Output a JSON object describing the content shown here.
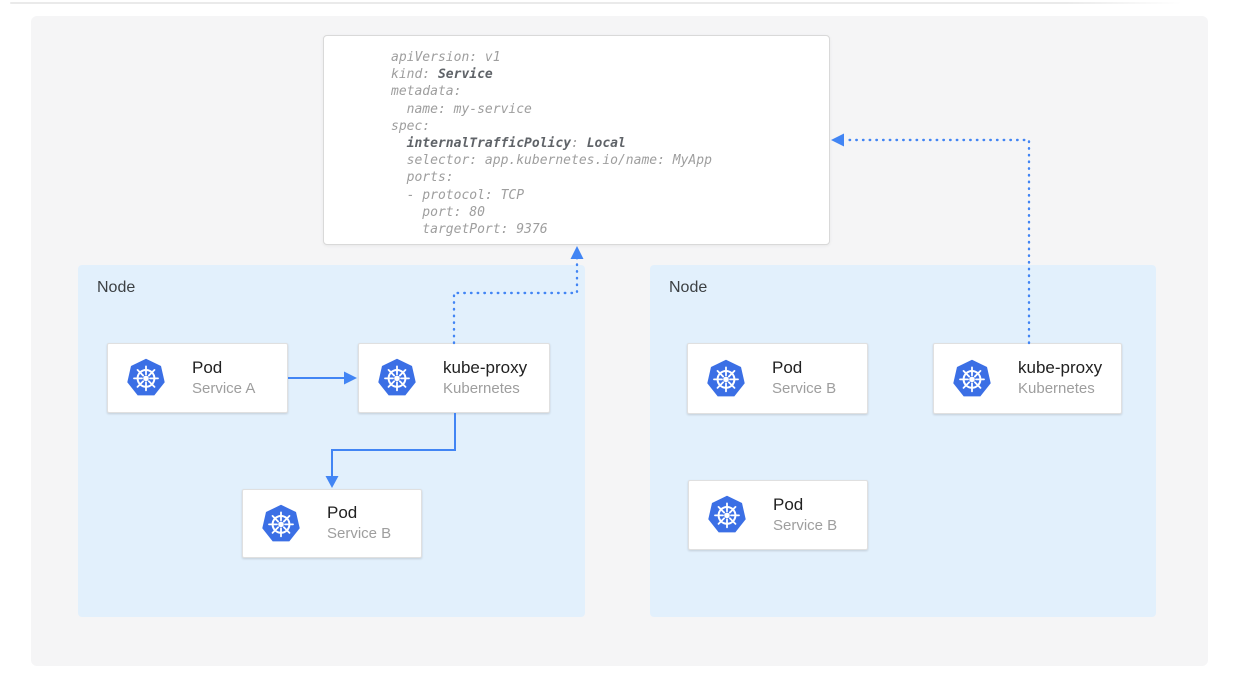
{
  "yaml": {
    "lines": [
      {
        "text": "apiVersion: v1"
      },
      {
        "pre": "kind: ",
        "bold": "Service"
      },
      {
        "text": "metadata:"
      },
      {
        "text": "  name: my-service"
      },
      {
        "text": "spec:"
      },
      {
        "pre": "  ",
        "bold1": "internalTrafficPolicy",
        "mid": ": ",
        "bold2": "Local"
      },
      {
        "text": "  selector: app.kubernetes.io/name: MyApp"
      },
      {
        "text": "  ports:"
      },
      {
        "text": "  - protocol: TCP"
      },
      {
        "text": "    port: 80"
      },
      {
        "text": "    targetPort: 9376"
      }
    ]
  },
  "nodes": [
    {
      "label": "Node",
      "cards": [
        {
          "icon": "kubernetes-logo",
          "title": "Pod",
          "subtitle": "Service A"
        },
        {
          "icon": "kubernetes-logo",
          "title": "kube-proxy",
          "subtitle": "Kubernetes"
        },
        {
          "icon": "kubernetes-logo",
          "title": "Pod",
          "subtitle": "Service B"
        }
      ]
    },
    {
      "label": "Node",
      "cards": [
        {
          "icon": "kubernetes-logo",
          "title": "Pod",
          "subtitle": "Service B"
        },
        {
          "icon": "kubernetes-logo",
          "title": "kube-proxy",
          "subtitle": "Kubernetes"
        },
        {
          "icon": "kubernetes-logo",
          "title": "Pod",
          "subtitle": "Service B"
        }
      ]
    }
  ],
  "colors": {
    "accent": "#4285f4",
    "k8s_blue": "#3b6fe5",
    "node_bg": "#e2f0fc",
    "canvas_bg": "#f5f5f6",
    "card_border": "#e0e0e0",
    "yaml_border": "#d9d9d9",
    "title": "#212121",
    "subtitle": "#9e9e9e",
    "code": "#9e9e9e",
    "code_bold": "#5f6368",
    "node_label": "#3c4043"
  }
}
